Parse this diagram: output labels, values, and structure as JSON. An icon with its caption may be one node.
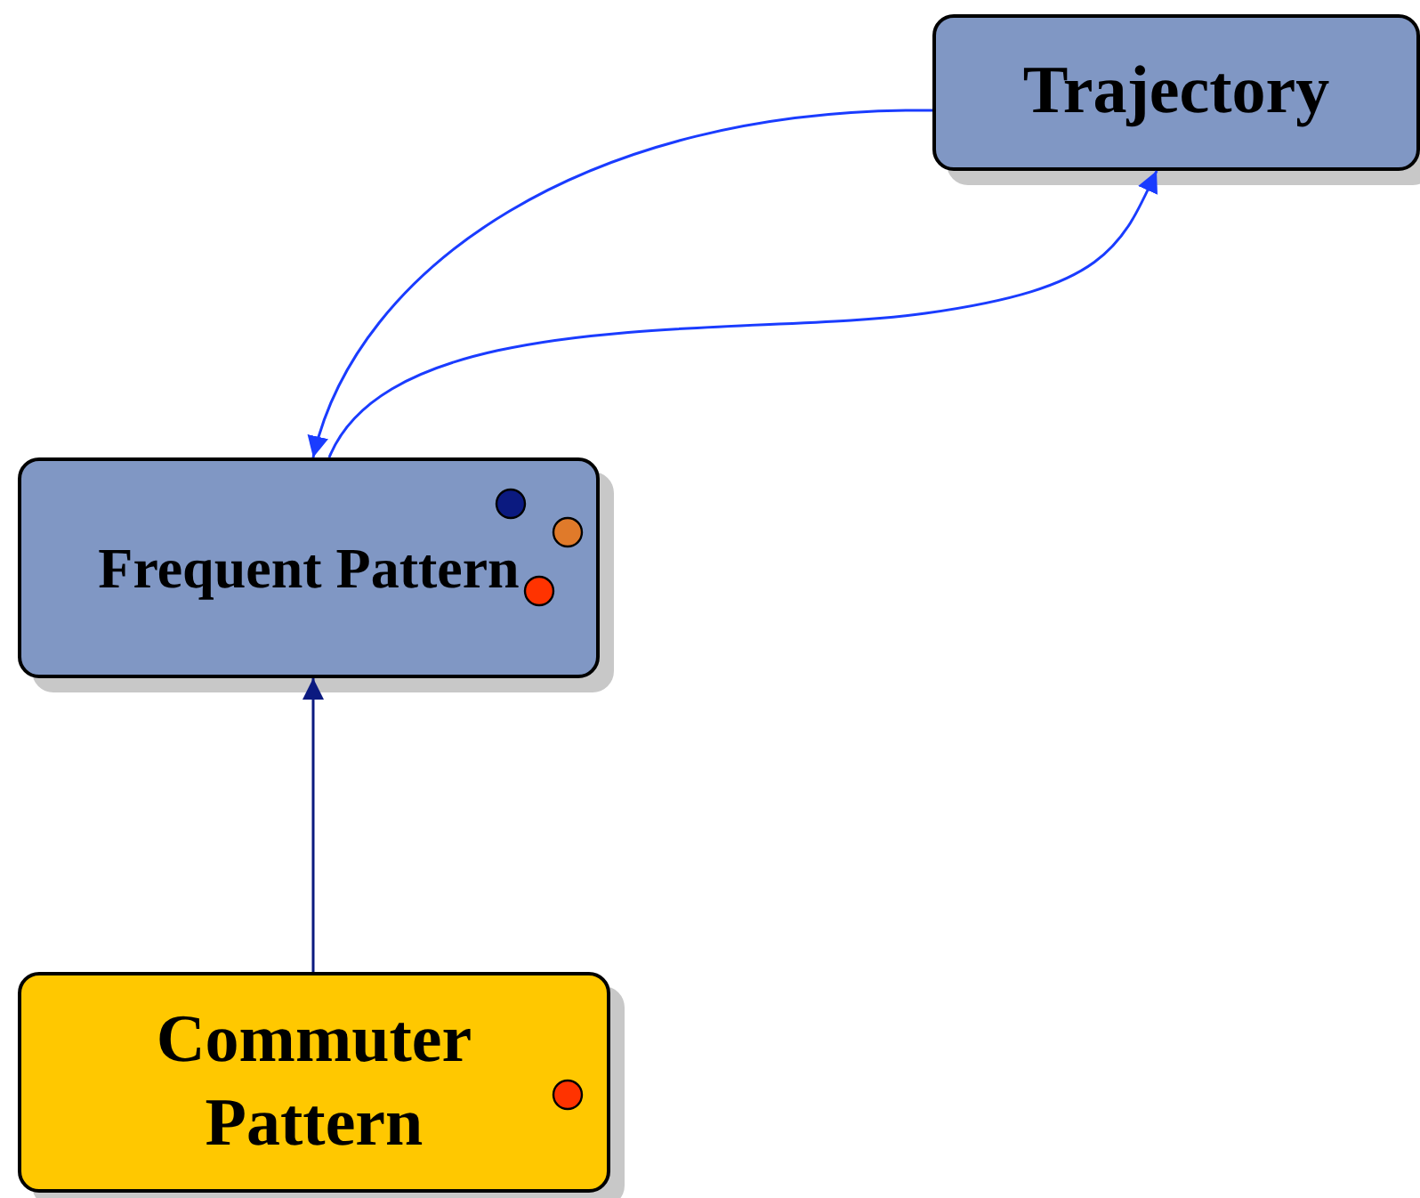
{
  "diagram": {
    "nodes": [
      {
        "text": [
          "Trajectory"
        ]
      },
      {
        "text": [
          "Frequent Pattern"
        ]
      },
      {
        "text": [
          "Commuter Pattern"
        ]
      }
    ],
    "edges": [
      {
        "from": 0,
        "to": 1,
        "arrow": "to"
      },
      {
        "from": 1,
        "to": 0,
        "arrow": "to"
      },
      {
        "from": 2,
        "to": 1,
        "arrow": "to",
        "color": "#0b1a80"
      }
    ]
  }
}
